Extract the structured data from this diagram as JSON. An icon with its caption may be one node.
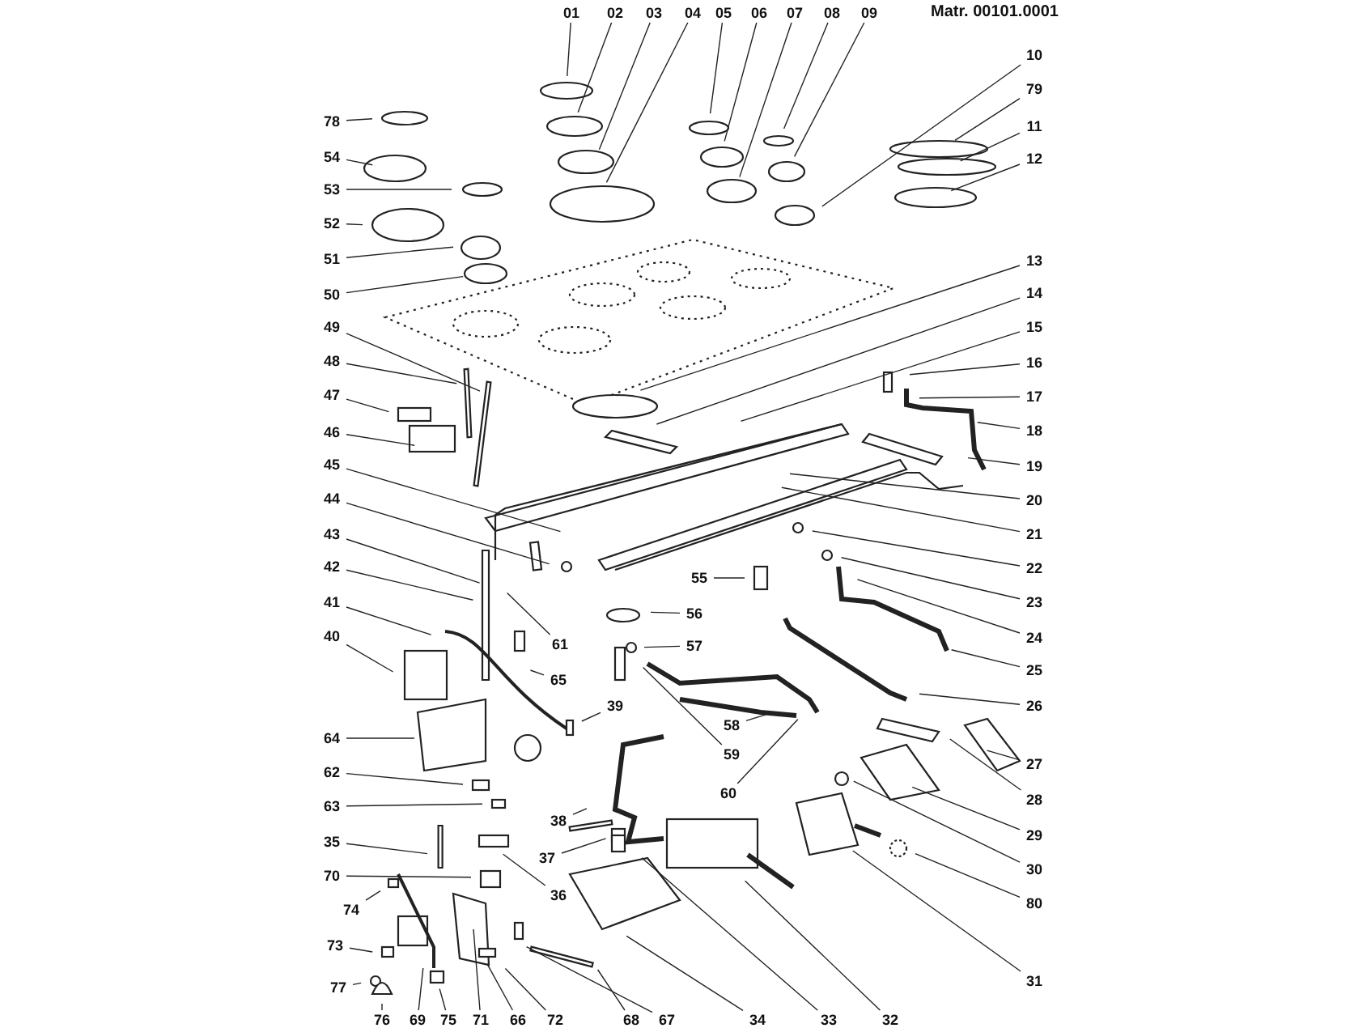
{
  "diagram": {
    "nodes": [
      {
        "text": [
          "01"
        ]
      },
      {
        "text": [
          "02"
        ]
      },
      {
        "text": [
          "03"
        ]
      },
      {
        "text": [
          "04"
        ]
      },
      {
        "text": [
          "05"
        ]
      },
      {
        "text": [
          "06"
        ]
      },
      {
        "text": [
          "07"
        ]
      },
      {
        "text": [
          "08"
        ]
      },
      {
        "text": [
          "09"
        ]
      },
      {
        "text": [
          "10"
        ]
      },
      {
        "text": [
          "79"
        ]
      },
      {
        "text": [
          "11"
        ]
      },
      {
        "text": [
          "12"
        ]
      },
      {
        "text": [
          "13"
        ]
      },
      {
        "text": [
          "14"
        ]
      },
      {
        "text": [
          "15"
        ]
      },
      {
        "text": [
          "16"
        ]
      },
      {
        "text": [
          "17"
        ]
      },
      {
        "text": [
          "18"
        ]
      },
      {
        "text": [
          "19"
        ]
      },
      {
        "text": [
          "20"
        ]
      },
      {
        "text": [
          "21"
        ]
      },
      {
        "text": [
          "22"
        ]
      },
      {
        "text": [
          "23"
        ]
      },
      {
        "text": [
          "24"
        ]
      },
      {
        "text": [
          "25"
        ]
      },
      {
        "text": [
          "26"
        ]
      },
      {
        "text": [
          "27"
        ]
      },
      {
        "text": [
          "28"
        ]
      },
      {
        "text": [
          "29"
        ]
      },
      {
        "text": [
          "30"
        ]
      },
      {
        "text": [
          "80"
        ]
      },
      {
        "text": [
          "31"
        ]
      },
      {
        "text": [
          "78"
        ]
      },
      {
        "text": [
          "54"
        ]
      },
      {
        "text": [
          "53"
        ]
      },
      {
        "text": [
          "52"
        ]
      },
      {
        "text": [
          "51"
        ]
      },
      {
        "text": [
          "50"
        ]
      },
      {
        "text": [
          "49"
        ]
      },
      {
        "text": [
          "48"
        ]
      },
      {
        "text": [
          "47"
        ]
      },
      {
        "text": [
          "46"
        ]
      },
      {
        "text": [
          "45"
        ]
      },
      {
        "text": [
          "44"
        ]
      },
      {
        "text": [
          "43"
        ]
      },
      {
        "text": [
          "42"
        ]
      },
      {
        "text": [
          "41"
        ]
      },
      {
        "text": [
          "40"
        ]
      },
      {
        "text": [
          "61"
        ]
      },
      {
        "text": [
          "65"
        ]
      },
      {
        "text": [
          "39"
        ]
      },
      {
        "text": [
          "57"
        ]
      },
      {
        "text": [
          "56"
        ]
      },
      {
        "text": [
          "55"
        ]
      },
      {
        "text": [
          "58"
        ]
      },
      {
        "text": [
          "59"
        ]
      },
      {
        "text": [
          "60"
        ]
      },
      {
        "text": [
          "64"
        ]
      },
      {
        "text": [
          "62"
        ]
      },
      {
        "text": [
          "63"
        ]
      },
      {
        "text": [
          "38"
        ]
      },
      {
        "text": [
          "37"
        ]
      },
      {
        "text": [
          "35"
        ]
      },
      {
        "text": [
          "36"
        ]
      },
      {
        "text": [
          "70"
        ]
      },
      {
        "text": [
          "74"
        ]
      },
      {
        "text": [
          "73"
        ]
      },
      {
        "text": [
          "77"
        ]
      },
      {
        "text": [
          "76"
        ]
      },
      {
        "text": [
          "69"
        ]
      },
      {
        "text": [
          "75"
        ]
      },
      {
        "text": [
          "71"
        ]
      },
      {
        "text": [
          "66"
        ]
      },
      {
        "text": [
          "72"
        ]
      },
      {
        "text": [
          "68"
        ]
      },
      {
        "text": [
          "67"
        ]
      },
      {
        "text": [
          "34"
        ]
      },
      {
        "text": [
          "33"
        ]
      },
      {
        "text": [
          "32"
        ]
      }
    ],
    "edges": [
      {
        "from": 0,
        "to": null,
        "arrow": "none"
      },
      {
        "from": 1,
        "to": null,
        "arrow": "none"
      },
      {
        "from": 2,
        "to": null,
        "arrow": "none"
      },
      {
        "from": 3,
        "to": null,
        "arrow": "none"
      },
      {
        "from": 4,
        "to": null,
        "arrow": "none"
      },
      {
        "from": 5,
        "to": null,
        "arrow": "none"
      },
      {
        "from": 6,
        "to": null,
        "arrow": "none"
      },
      {
        "from": 7,
        "to": null,
        "arrow": "none"
      },
      {
        "from": 8,
        "to": null,
        "arrow": "none"
      },
      {
        "from": 9,
        "to": null,
        "arrow": "none"
      },
      {
        "from": 10,
        "to": null,
        "arrow": "none"
      },
      {
        "from": 11,
        "to": null,
        "arrow": "none"
      },
      {
        "from": 12,
        "to": null,
        "arrow": "none"
      },
      {
        "from": 13,
        "to": null,
        "arrow": "none"
      },
      {
        "from": 14,
        "to": null,
        "arrow": "none"
      },
      {
        "from": 15,
        "to": null,
        "arrow": "none"
      },
      {
        "from": 16,
        "to": null,
        "arrow": "none"
      },
      {
        "from": 17,
        "to": null,
        "arrow": "none"
      },
      {
        "from": 18,
        "to": null,
        "arrow": "none"
      },
      {
        "from": 19,
        "to": null,
        "arrow": "none"
      },
      {
        "from": 20,
        "to": null,
        "arrow": "none"
      },
      {
        "from": 21,
        "to": null,
        "arrow": "none"
      },
      {
        "from": 22,
        "to": null,
        "arrow": "none"
      },
      {
        "from": 23,
        "to": null,
        "arrow": "none"
      },
      {
        "from": 24,
        "to": null,
        "arrow": "none"
      },
      {
        "from": 25,
        "to": null,
        "arrow": "none"
      },
      {
        "from": 26,
        "to": null,
        "arrow": "none"
      },
      {
        "from": 27,
        "to": null,
        "arrow": "none"
      },
      {
        "from": 28,
        "to": null,
        "arrow": "none"
      },
      {
        "from": 29,
        "to": null,
        "arrow": "none"
      },
      {
        "from": 30,
        "to": null,
        "arrow": "none"
      },
      {
        "from": 31,
        "to": null,
        "arrow": "none"
      },
      {
        "from": 32,
        "to": null,
        "arrow": "none"
      },
      {
        "from": 33,
        "to": null,
        "arrow": "none"
      },
      {
        "from": 34,
        "to": null,
        "arrow": "none"
      },
      {
        "from": 35,
        "to": null,
        "arrow": "none"
      },
      {
        "from": 36,
        "to": null,
        "arrow": "none"
      },
      {
        "from": 37,
        "to": null,
        "arrow": "none"
      },
      {
        "from": 38,
        "to": null,
        "arrow": "none"
      },
      {
        "from": 39,
        "to": null,
        "arrow": "none"
      },
      {
        "from": 40,
        "to": null,
        "arrow": "none"
      },
      {
        "from": 41,
        "to": null,
        "arrow": "none"
      },
      {
        "from": 42,
        "to": null,
        "arrow": "none"
      },
      {
        "from": 43,
        "to": null,
        "arrow": "none"
      },
      {
        "from": 44,
        "to": null,
        "arrow": "none"
      },
      {
        "from": 45,
        "to": null,
        "arrow": "none"
      },
      {
        "from": 46,
        "to": null,
        "arrow": "none"
      },
      {
        "from": 47,
        "to": null,
        "arrow": "none"
      },
      {
        "from": 48,
        "to": null,
        "arrow": "none"
      },
      {
        "from": 49,
        "to": null,
        "arrow": "none"
      },
      {
        "from": 50,
        "to": null,
        "arrow": "none"
      },
      {
        "from": 51,
        "to": null,
        "arrow": "none"
      },
      {
        "from": 52,
        "to": null,
        "arrow": "none"
      },
      {
        "from": 53,
        "to": null,
        "arrow": "none"
      },
      {
        "from": 54,
        "to": null,
        "arrow": "none"
      },
      {
        "from": 55,
        "to": null,
        "arrow": "none"
      },
      {
        "from": 56,
        "to": null,
        "arrow": "none"
      },
      {
        "from": 57,
        "to": null,
        "arrow": "none"
      },
      {
        "from": 58,
        "to": null,
        "arrow": "none"
      },
      {
        "from": 59,
        "to": null,
        "arrow": "none"
      },
      {
        "from": 60,
        "to": null,
        "arrow": "none"
      },
      {
        "from": 61,
        "to": null,
        "arrow": "none"
      },
      {
        "from": 62,
        "to": null,
        "arrow": "none"
      },
      {
        "from": 63,
        "to": null,
        "arrow": "none"
      },
      {
        "from": 64,
        "to": null,
        "arrow": "none"
      },
      {
        "from": 65,
        "to": null,
        "arrow": "none"
      },
      {
        "from": 66,
        "to": null,
        "arrow": "none"
      },
      {
        "from": 67,
        "to": null,
        "arrow": "none"
      },
      {
        "from": 68,
        "to": null,
        "arrow": "none"
      },
      {
        "from": 69,
        "to": null,
        "arrow": "none"
      },
      {
        "from": 70,
        "to": null,
        "arrow": "none"
      },
      {
        "from": 71,
        "to": null,
        "arrow": "none"
      },
      {
        "from": 72,
        "to": null,
        "arrow": "none"
      },
      {
        "from": 73,
        "to": null,
        "arrow": "none"
      },
      {
        "from": 74,
        "to": null,
        "arrow": "none"
      },
      {
        "from": 75,
        "to": null,
        "arrow": "none"
      },
      {
        "from": 76,
        "to": null,
        "arrow": "none"
      },
      {
        "from": 77,
        "to": null,
        "arrow": "none"
      },
      {
        "from": 78,
        "to": null,
        "arrow": "none"
      },
      {
        "from": 79,
        "to": null,
        "arrow": "none"
      }
    ],
    "labels": [
      "Matr. 00101.0001"
    ]
  }
}
